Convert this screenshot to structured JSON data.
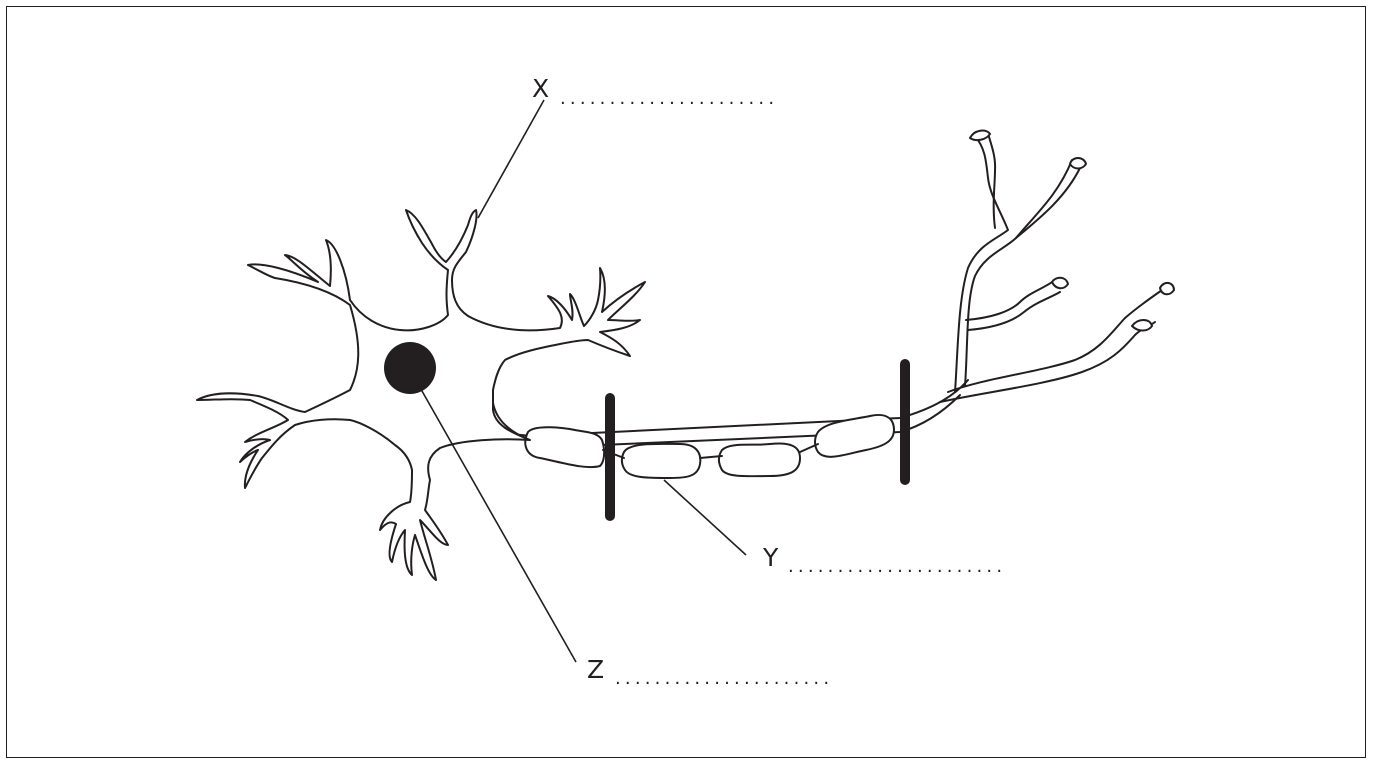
{
  "labels": {
    "x": {
      "letter": "X",
      "blank": "......................"
    },
    "y": {
      "letter": "Y",
      "blank": "......................"
    },
    "z": {
      "letter": "Z",
      "blank": "......................"
    }
  },
  "colors": {
    "ink": "#231f20",
    "background": "#ffffff"
  }
}
